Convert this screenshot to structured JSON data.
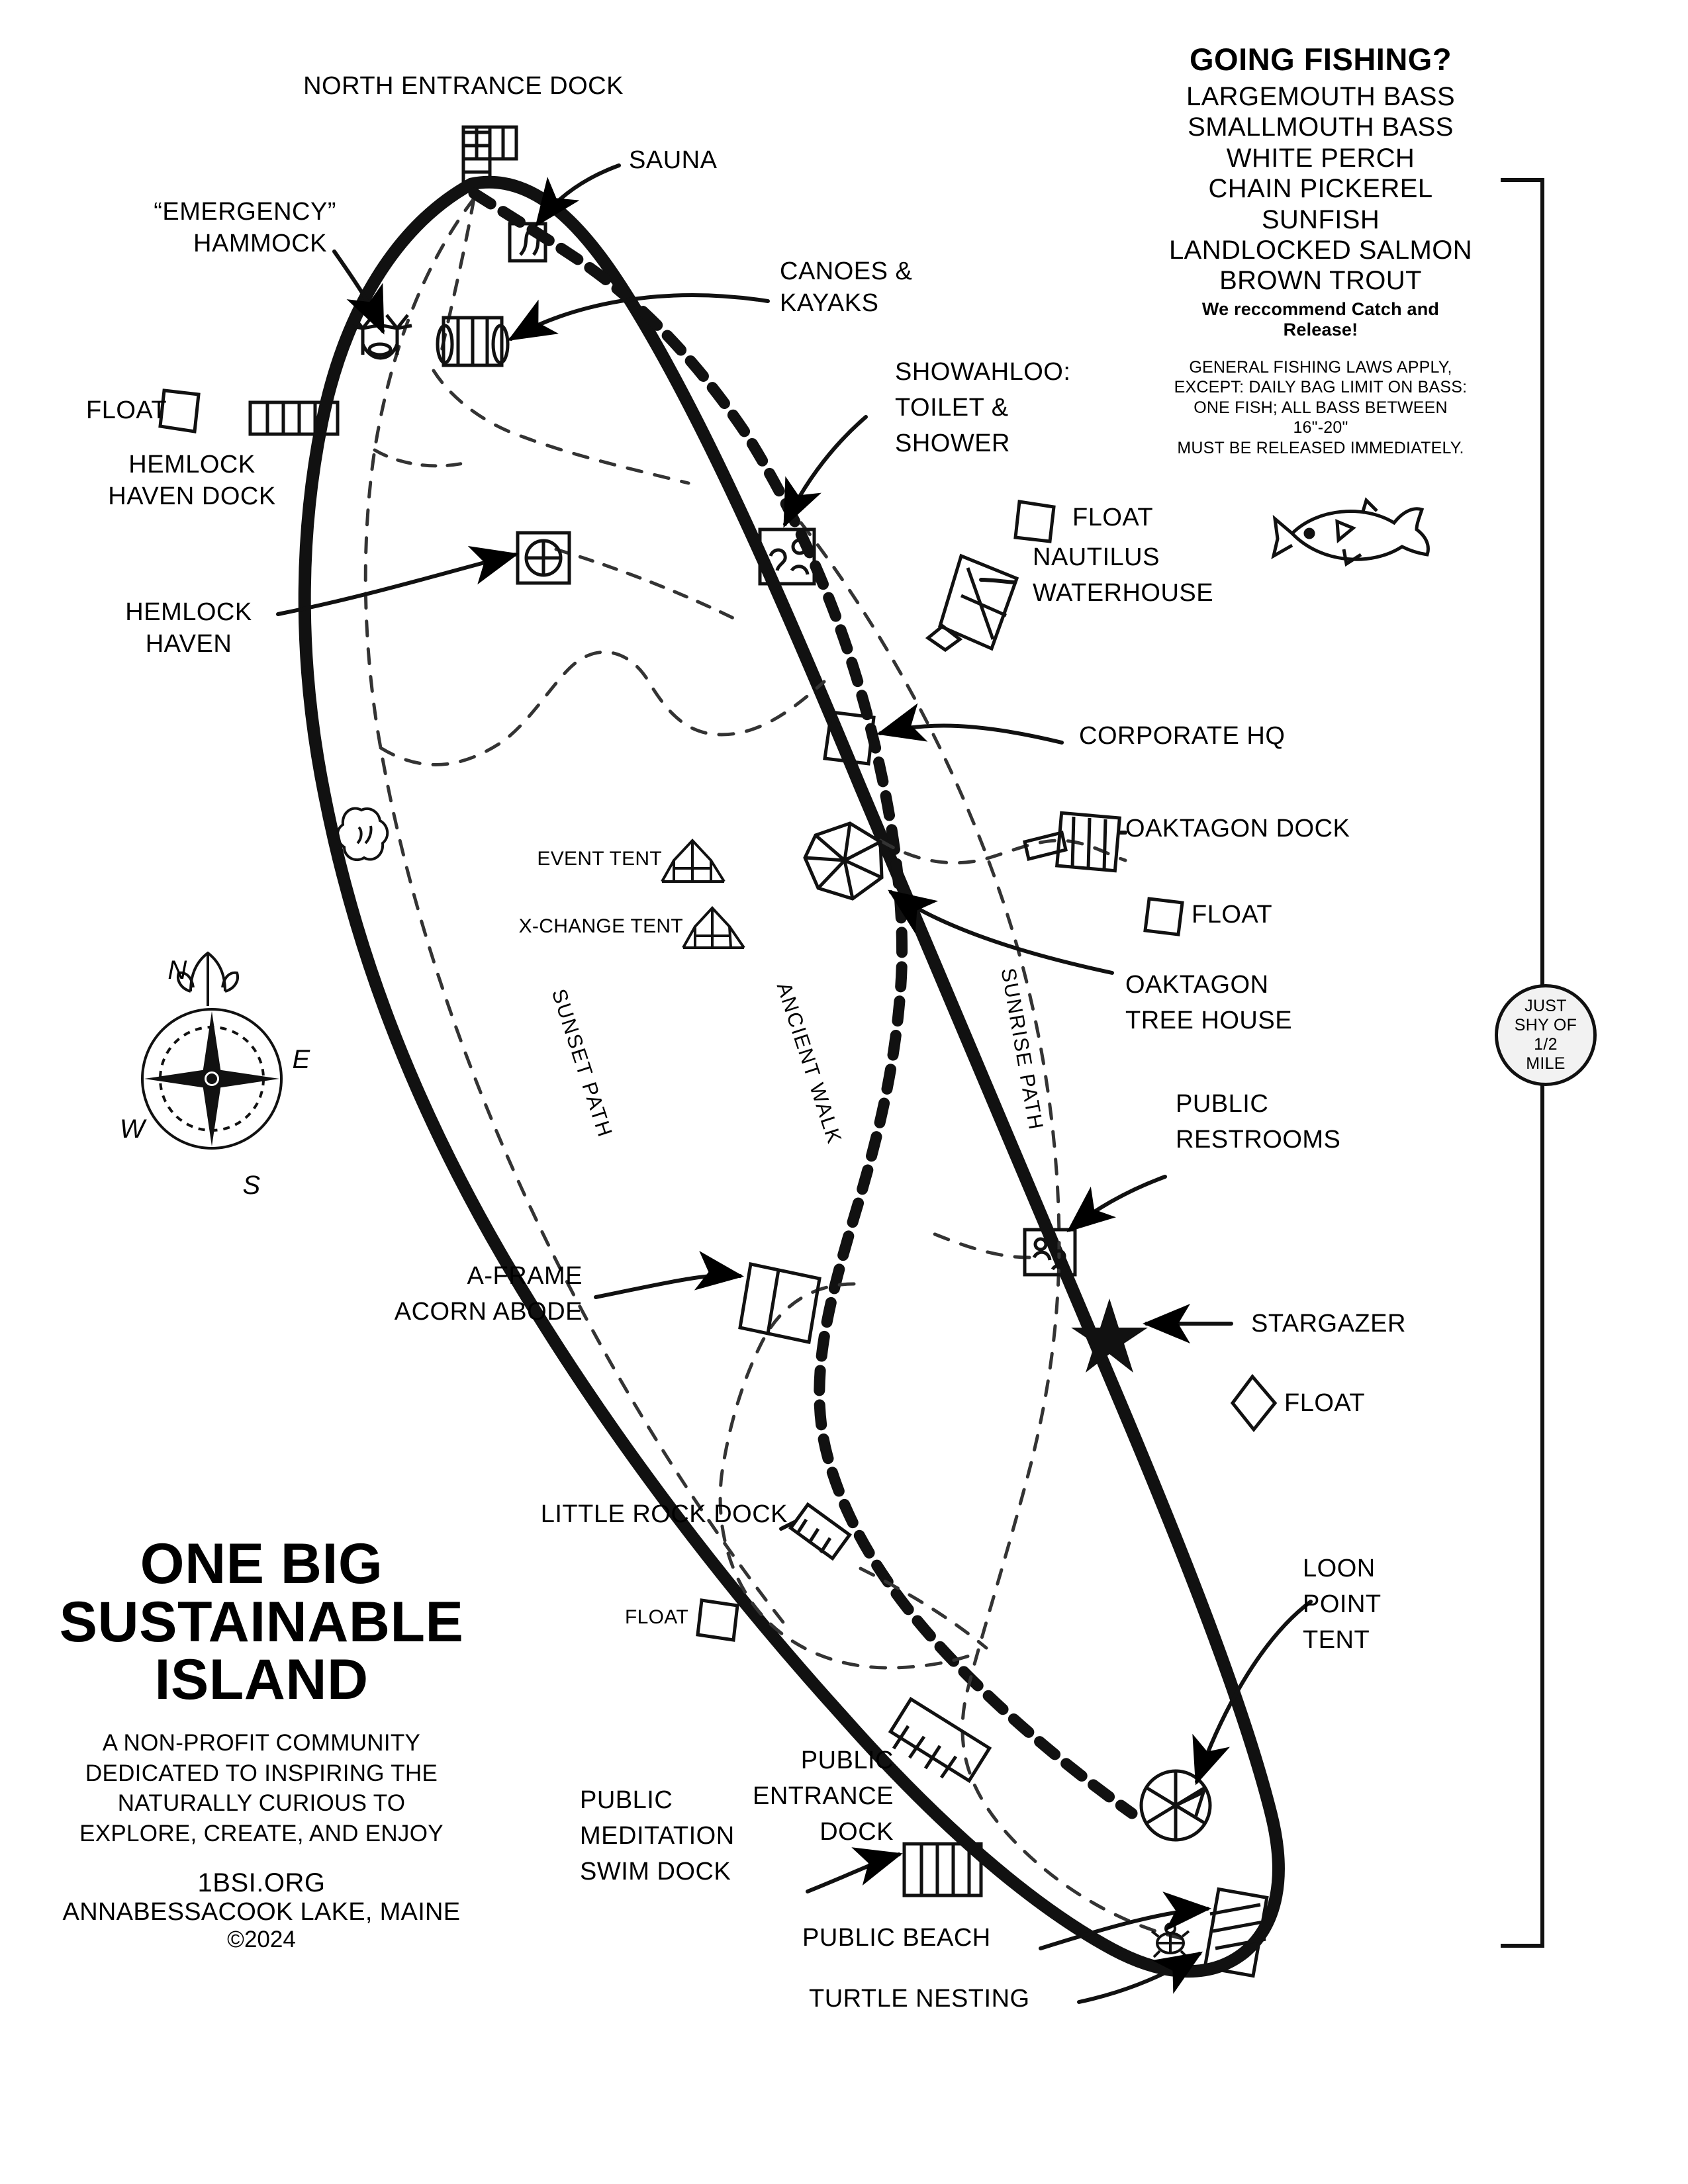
{
  "fishing": {
    "title": "GOING FISHING?",
    "species": [
      "LARGEMOUTH BASS",
      "SMALLMOUTH BASS",
      "WHITE PERCH",
      "CHAIN PICKEREL",
      "SUNFISH",
      "LANDLOCKED SALMON",
      "BROWN TROUT"
    ],
    "catch_release": "We reccommend Catch and Release!",
    "rules": [
      "GENERAL FISHING LAWS APPLY,",
      "EXCEPT: DAILY BAG LIMIT ON BASS:",
      "ONE FISH; ALL BASS BETWEEN 16\"-20\"",
      "MUST BE RELEASED IMMEDIATELY."
    ],
    "fish_icon": "fish-icon"
  },
  "scale": {
    "line1": "JUST",
    "line2": "SHY OF",
    "line3": "1/2",
    "line4": "MILE"
  },
  "title_block": {
    "line1": "ONE BIG",
    "line2": "SUSTAINABLE",
    "line3": "ISLAND",
    "mission1": "A NON-PROFIT COMMUNITY",
    "mission2": "DEDICATED TO INSPIRING THE",
    "mission3": "NATURALLY CURIOUS TO",
    "mission4": "EXPLORE, CREATE, AND ENJOY",
    "url": "1BSI.ORG",
    "location": "ANNABESSACOOK LAKE, MAINE",
    "copyright": "©2024"
  },
  "map_labels": {
    "north_entrance_dock": "NORTH ENTRANCE DOCK",
    "sauna": "SAUNA",
    "emergency_hammock_1": "“EMERGENCY”",
    "emergency_hammock_2": "HAMMOCK",
    "canoes_1": "CANOES &",
    "canoes_2": "KAYAKS",
    "float_hemlock": "FLOAT",
    "hemlock_haven_dock_1": "HEMLOCK",
    "hemlock_haven_dock_2": "HAVEN DOCK",
    "hemlock_haven_1": "HEMLOCK",
    "hemlock_haven_2": "HAVEN",
    "showahloo_1": "SHOWAHLOO:",
    "showahloo_2": "TOILET &",
    "showahloo_3": "SHOWER",
    "float_nautilus": "FLOAT",
    "nautilus_1": "NAUTILUS",
    "nautilus_2": "WATERHOUSE",
    "corporate_hq": "CORPORATE HQ",
    "oaktagon_dock": "OAKTAGON DOCK",
    "float_oaktagon": "FLOAT",
    "oaktagon_tree_house_1": "OAKTAGON",
    "oaktagon_tree_house_2": "TREE HOUSE",
    "public_restrooms_1": "PUBLIC",
    "public_restrooms_2": "RESTROOMS",
    "event_tent": "EVENT TENT",
    "xchange_tent": "X-CHANGE TENT",
    "a_frame_1": "A-FRAME",
    "a_frame_2": "ACORN ABODE",
    "stargazer": "STARGAZER",
    "float_stargazer": "FLOAT",
    "little_rock_dock": "LITTLE ROCK DOCK",
    "float_little_rock": "FLOAT",
    "loon_point_1": "LOON",
    "loon_point_2": "POINT",
    "loon_point_3": "TENT",
    "public_entrance_1": "PUBLIC",
    "public_entrance_2": "ENTRANCE",
    "public_entrance_3": "DOCK",
    "public_meditation_1": "PUBLIC",
    "public_meditation_2": "MEDITATION",
    "public_meditation_3": "SWIM DOCK",
    "public_beach": "PUBLIC BEACH",
    "turtle_nesting": "TURTLE NESTING",
    "sunset_path": "SUNSET PATH",
    "ancient_walk": "ANCIENT WALK",
    "sunrise_path": "SUNRISE PATH"
  },
  "compass": {
    "n": "N",
    "e": "E",
    "s": "S",
    "w": "W"
  },
  "colors": {
    "ink": "#000000",
    "paper": "#ffffff",
    "badge_fill": "#f2f2f2"
  }
}
